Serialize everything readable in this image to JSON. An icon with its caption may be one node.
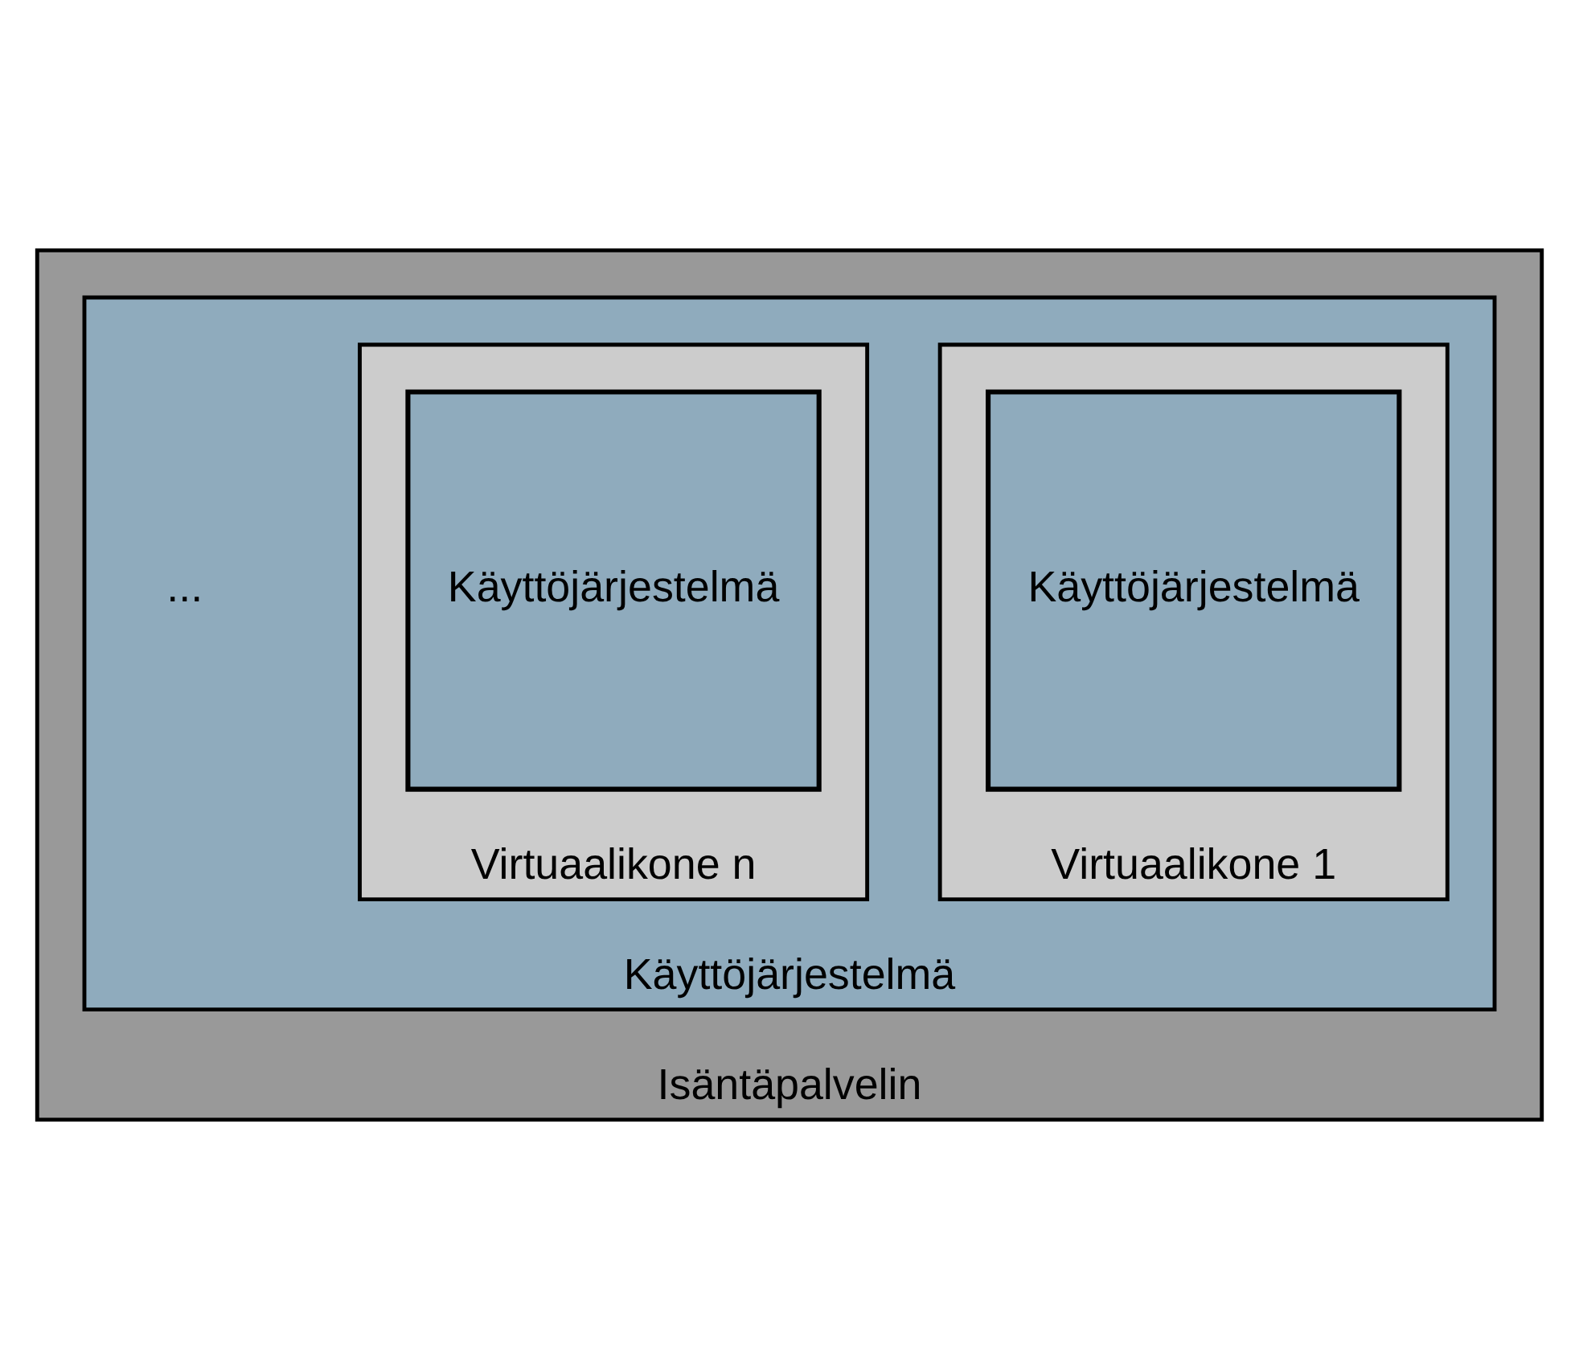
{
  "diagram": {
    "nodes": [
      {
        "text": [
          "Isäntäpalvelin"
        ]
      },
      {
        "text": [
          "Käyttöjärjestelmä"
        ],
        "in": 0
      },
      {
        "text": [
          "Virtuaalikone 1"
        ],
        "in": 1
      },
      {
        "text": [
          "Käyttöjärjestelmä"
        ],
        "in": 2
      },
      {
        "text": [
          "Virtuaalikone n"
        ],
        "in": 1
      },
      {
        "text": [
          "Käyttöjärjestelmä"
        ],
        "in": 4
      }
    ],
    "labels": [
      "..."
    ]
  }
}
